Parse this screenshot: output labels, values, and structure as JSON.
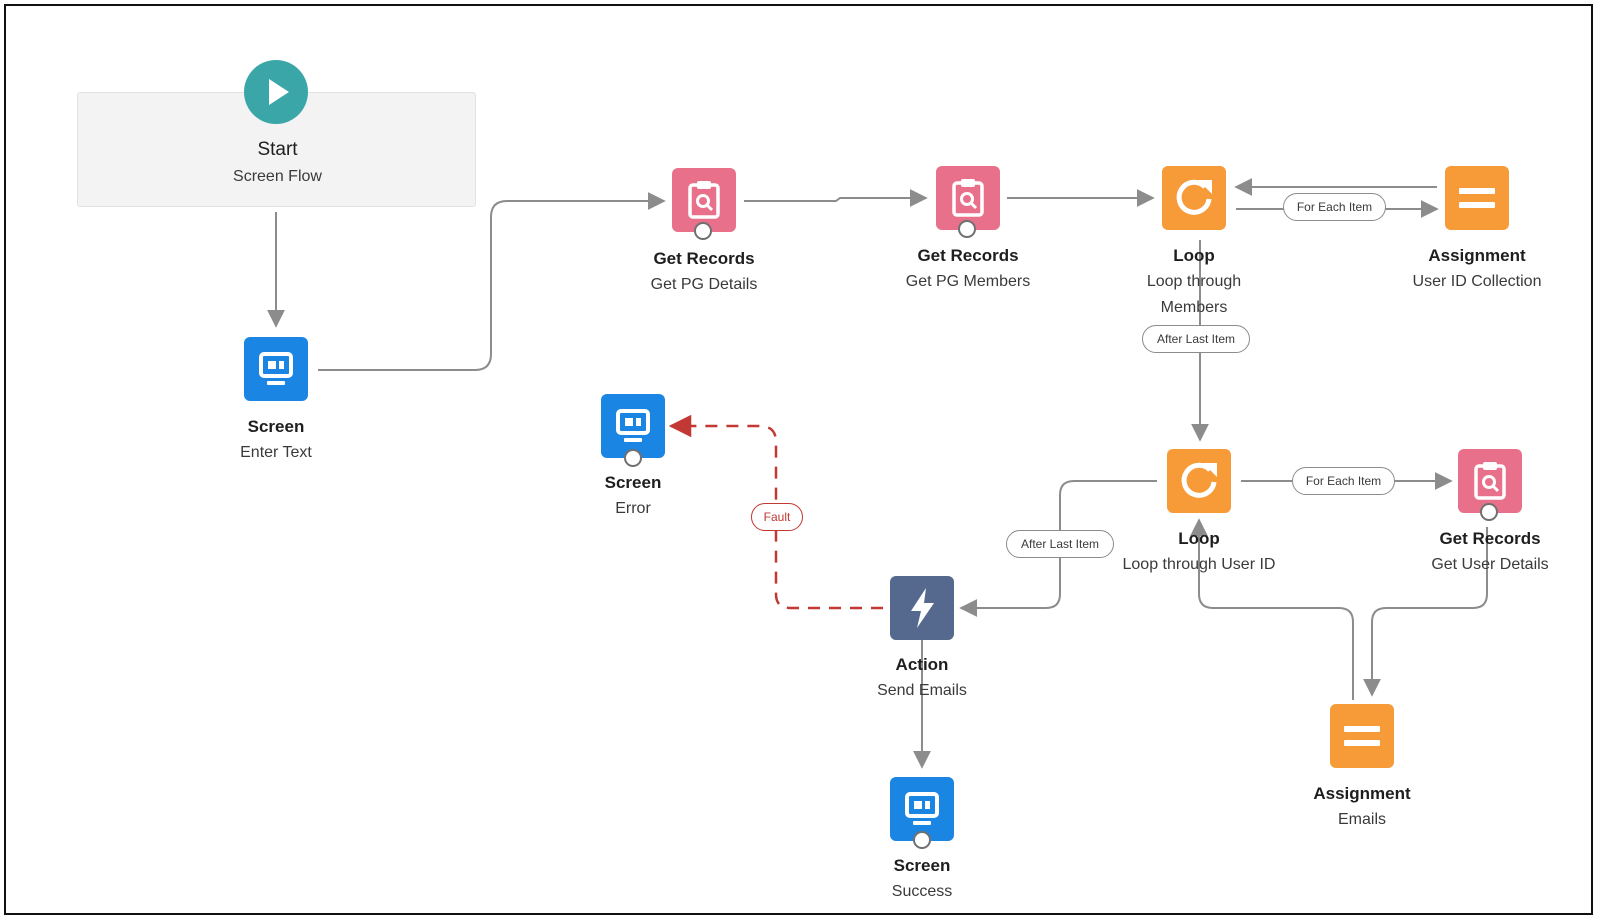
{
  "colors": {
    "start": "#3ba6a8",
    "screen": "#1b85e3",
    "get_records": "#e8708a",
    "loop": "#f79a38",
    "assignment": "#f79a38",
    "action": "#54698d",
    "connector": "#8c8c8c",
    "fault": "#c23934"
  },
  "start": {
    "title": "Start",
    "subtitle": "Screen Flow",
    "icon": "play-icon"
  },
  "nodes": {
    "screen_enter": {
      "title": "Screen",
      "subtitle": "Enter Text",
      "icon": "screen-icon"
    },
    "get_pg_details": {
      "title": "Get Records",
      "subtitle": "Get PG Details",
      "icon": "clipboard-search-icon"
    },
    "get_pg_members": {
      "title": "Get Records",
      "subtitle": "Get PG Members",
      "icon": "clipboard-search-icon"
    },
    "loop_members": {
      "title": "Loop",
      "subtitle_line1": "Loop through",
      "subtitle_line2": "Members",
      "icon": "loop-icon"
    },
    "assign_user_id": {
      "title": "Assignment",
      "subtitle": "User ID Collection",
      "icon": "equals-icon"
    },
    "screen_error": {
      "title": "Screen",
      "subtitle": "Error",
      "icon": "screen-icon"
    },
    "loop_user_id": {
      "title": "Loop",
      "subtitle": "Loop through User ID",
      "icon": "loop-icon"
    },
    "get_user_details": {
      "title": "Get Records",
      "subtitle": "Get User Details",
      "icon": "clipboard-search-icon"
    },
    "action_send": {
      "title": "Action",
      "subtitle": "Send Emails",
      "icon": "lightning-icon"
    },
    "assign_emails": {
      "title": "Assignment",
      "subtitle": "Emails",
      "icon": "equals-icon"
    },
    "screen_success": {
      "title": "Screen",
      "subtitle": "Success",
      "icon": "screen-icon"
    }
  },
  "edge_labels": {
    "for_each_1": "For Each Item",
    "after_last_1": "After Last Item",
    "for_each_2": "For Each Item",
    "after_last_2": "After Last Item",
    "fault": "Fault"
  }
}
